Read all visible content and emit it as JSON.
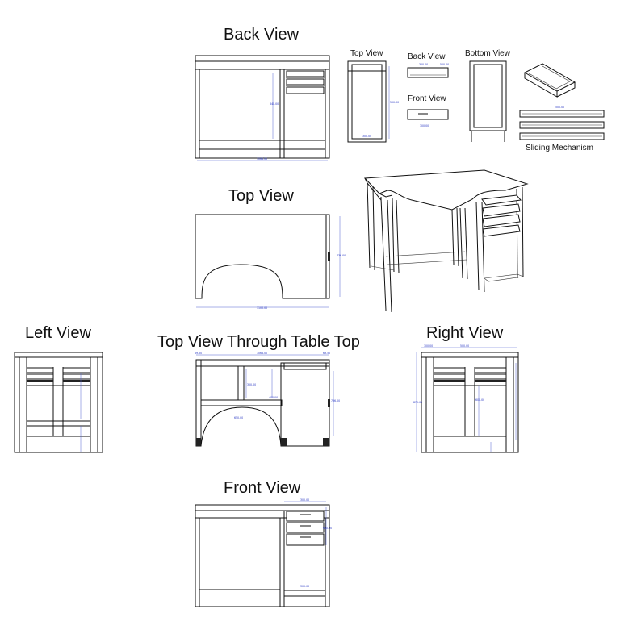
{
  "labels": {
    "back_view": "Back View",
    "top_view": "Top View",
    "left_view": "Left View",
    "top_through": "Top View Through Table Top",
    "right_view": "Right View",
    "front_view": "Front View",
    "drawer_top_view": "Top View",
    "drawer_back_view": "Back View",
    "drawer_front_view": "Front View",
    "drawer_bottom_view": "Bottom View",
    "sliding_mechanism": "Sliding Mechanism"
  },
  "dimensions": {
    "back_width": "1066.00",
    "back_height": "840.00",
    "top_width": "1100.00",
    "top_depth": "736.00",
    "through_width": "1066.00",
    "through_left": "69.50",
    "through_right": "69.50",
    "through_inner": "650.00",
    "through_depth": "736.00",
    "through_mid": "300.00",
    "through_mid2": "400.00",
    "right_a": "100.00",
    "right_b": "500.00",
    "right_h": "870.00",
    "right_in": "600.00",
    "front_top": "300.00",
    "front_bottom": "300.00",
    "front_side": "600.00",
    "drawer_w": "300.00",
    "drawer_d": "500.00"
  },
  "colors": {
    "line": "#111111",
    "dimension": "#2030c0"
  }
}
